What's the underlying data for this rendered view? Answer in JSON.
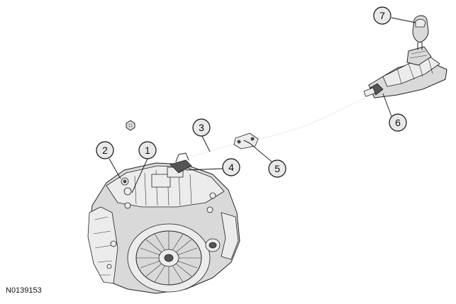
{
  "figure_id": "N0139153",
  "callouts": [
    {
      "label": "1"
    },
    {
      "label": "2"
    },
    {
      "label": "3"
    },
    {
      "label": "4"
    },
    {
      "label": "5"
    },
    {
      "label": "6"
    },
    {
      "label": "7"
    }
  ],
  "colors": {
    "line": "#222222",
    "fill": "#d9d9d9",
    "callout_fill": "#e8e8e8"
  }
}
